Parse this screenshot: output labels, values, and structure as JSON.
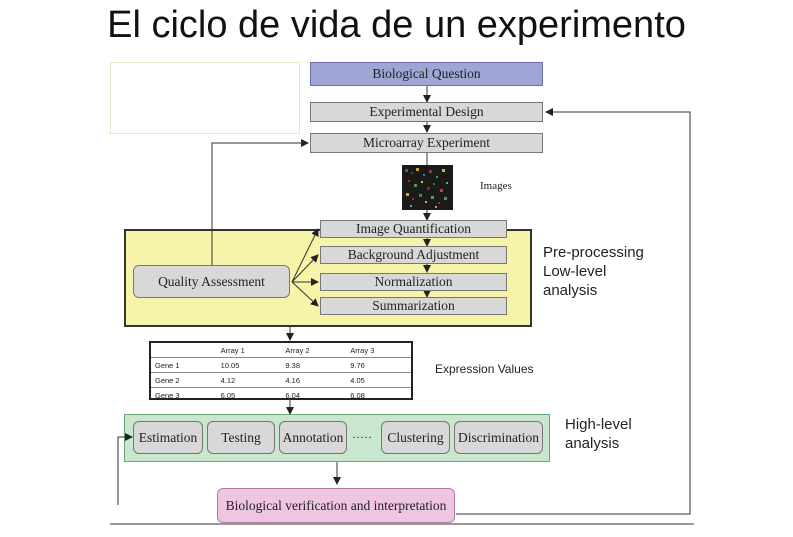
{
  "title": "El ciclo de vida de un experimento",
  "nodes": {
    "biological_question": "Biological Question",
    "experimental_design": "Experimental Design",
    "microarray_experiment": "Microarray Experiment",
    "images": "Images",
    "image_quantification": "Image Quantification",
    "background_adjustment": "Background Adjustment",
    "normalization": "Normalization",
    "summarization": "Summarization",
    "quality_assessment": "Quality Assessment",
    "expression_values": "Expression Values",
    "estimation": "Estimation",
    "testing": "Testing",
    "annotation": "Annotation",
    "ellipsis": "·····",
    "clustering": "Clustering",
    "discrimination": "Discrimination",
    "biological_verification": "Biological verification and interpretation"
  },
  "groups": {
    "preprocessing_line1": "Pre-processing",
    "preprocessing_line2": "Low-level",
    "preprocessing_line3": "analysis",
    "highlevel_line1": "High-level",
    "highlevel_line2": "analysis"
  },
  "table": {
    "headers": [
      "",
      "Array 1",
      "Array 2",
      "Array 3"
    ],
    "rows": [
      [
        "Gene 1",
        "10.05",
        "9.38",
        "9.76"
      ],
      [
        "Gene 2",
        "4.12",
        "4.16",
        "4.05"
      ],
      [
        "Gene 3",
        "6.05",
        "6.04",
        "6.08"
      ]
    ]
  }
}
